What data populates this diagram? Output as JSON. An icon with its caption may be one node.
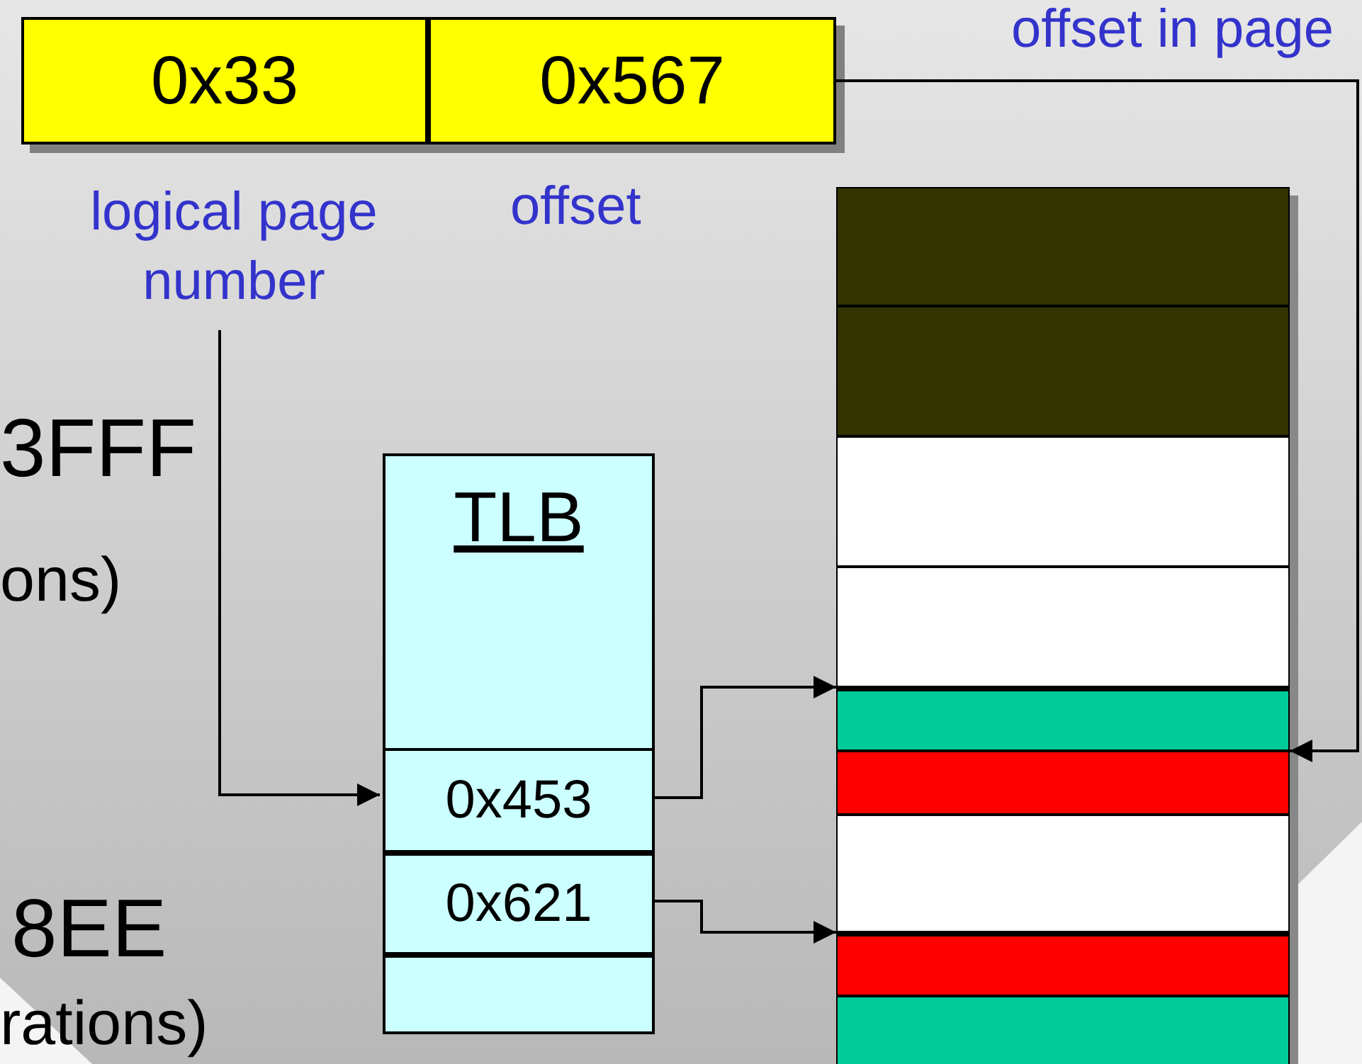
{
  "diagram": {
    "nodes": [
      {
        "text": [
          "0x33"
        ]
      },
      {
        "text": [
          "0x567"
        ],
        "beside": [
          "offset"
        ]
      },
      {
        "text": [
          "logical page number"
        ]
      },
      {
        "text": [
          "TLB"
        ]
      },
      {
        "text": [
          "0x453"
        ],
        "in": 3
      },
      {
        "text": [
          "0x621"
        ],
        "in": 3
      },
      {
        "text": [],
        "shape": "box",
        "in": 3
      },
      {
        "text": [],
        "shape": "box"
      },
      {
        "text": [],
        "shape": "box"
      },
      {
        "text": [],
        "shape": "box"
      },
      {
        "text": [],
        "shape": "box"
      },
      {
        "text": [],
        "shape": "box"
      },
      {
        "text": [],
        "shape": "box"
      },
      {
        "text": [],
        "shape": "box"
      },
      {
        "text": [],
        "shape": "box"
      },
      {
        "text": [],
        "shape": "box"
      }
    ],
    "edges": [
      {
        "from": 2,
        "to": 4,
        "arrow": "to"
      },
      {
        "from": 1,
        "to": 12,
        "arrow": "to",
        "label": "offset in page"
      },
      {
        "from": 4,
        "to": 11,
        "arrow": "to"
      },
      {
        "from": 5,
        "to": 14,
        "arrow": "to"
      }
    ],
    "labels": [
      "3FFF",
      "ons)",
      "8EE",
      "rations)"
    ]
  }
}
